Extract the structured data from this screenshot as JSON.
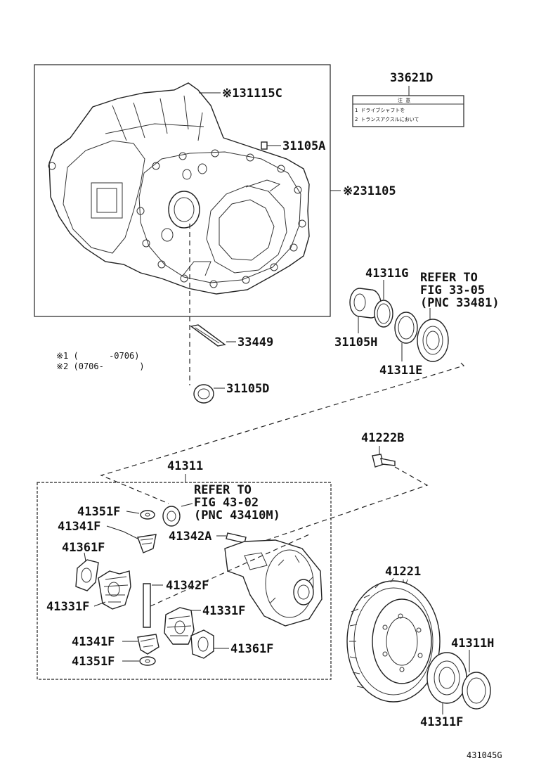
{
  "labels": {
    "p31115C": "※131115C",
    "p31105A": "31105A",
    "p31105": "※231105",
    "p33621D": "33621D",
    "p41311G": "41311G",
    "refer1": [
      "REFER TO",
      "FIG 33-05",
      "(PNC 33481)"
    ],
    "p31105H": "31105H",
    "p41311E": "41311E",
    "p33449": "33449",
    "p31105D": "31105D",
    "p41222B": "41222B",
    "p41311": "41311",
    "refer2": [
      "REFER TO",
      "FIG 43-02",
      "(PNC 43410M)"
    ],
    "p41351F_a": "41351F",
    "p41341F_a": "41341F",
    "p41342A": "41342A",
    "p41361F_a": "41361F",
    "p41342F": "41342F",
    "p41331F_a": "41331F",
    "p41331F_b": "41331F",
    "p41341F_b": "41341F",
    "p41361F_b": "41361F",
    "p41351F_b": "41351F",
    "p41221": "41221",
    "p41311H": "41311H",
    "p41311F": "41311F"
  },
  "notes": {
    "note1": "※1 (      -0706)",
    "note2": "※2 (0706-       )"
  },
  "caution_label": {
    "header": "注  意",
    "line1": "1 ドライブシャフトを",
    "line2": "2 トランスアクスルにおいて"
  },
  "figure_id": "431045G"
}
